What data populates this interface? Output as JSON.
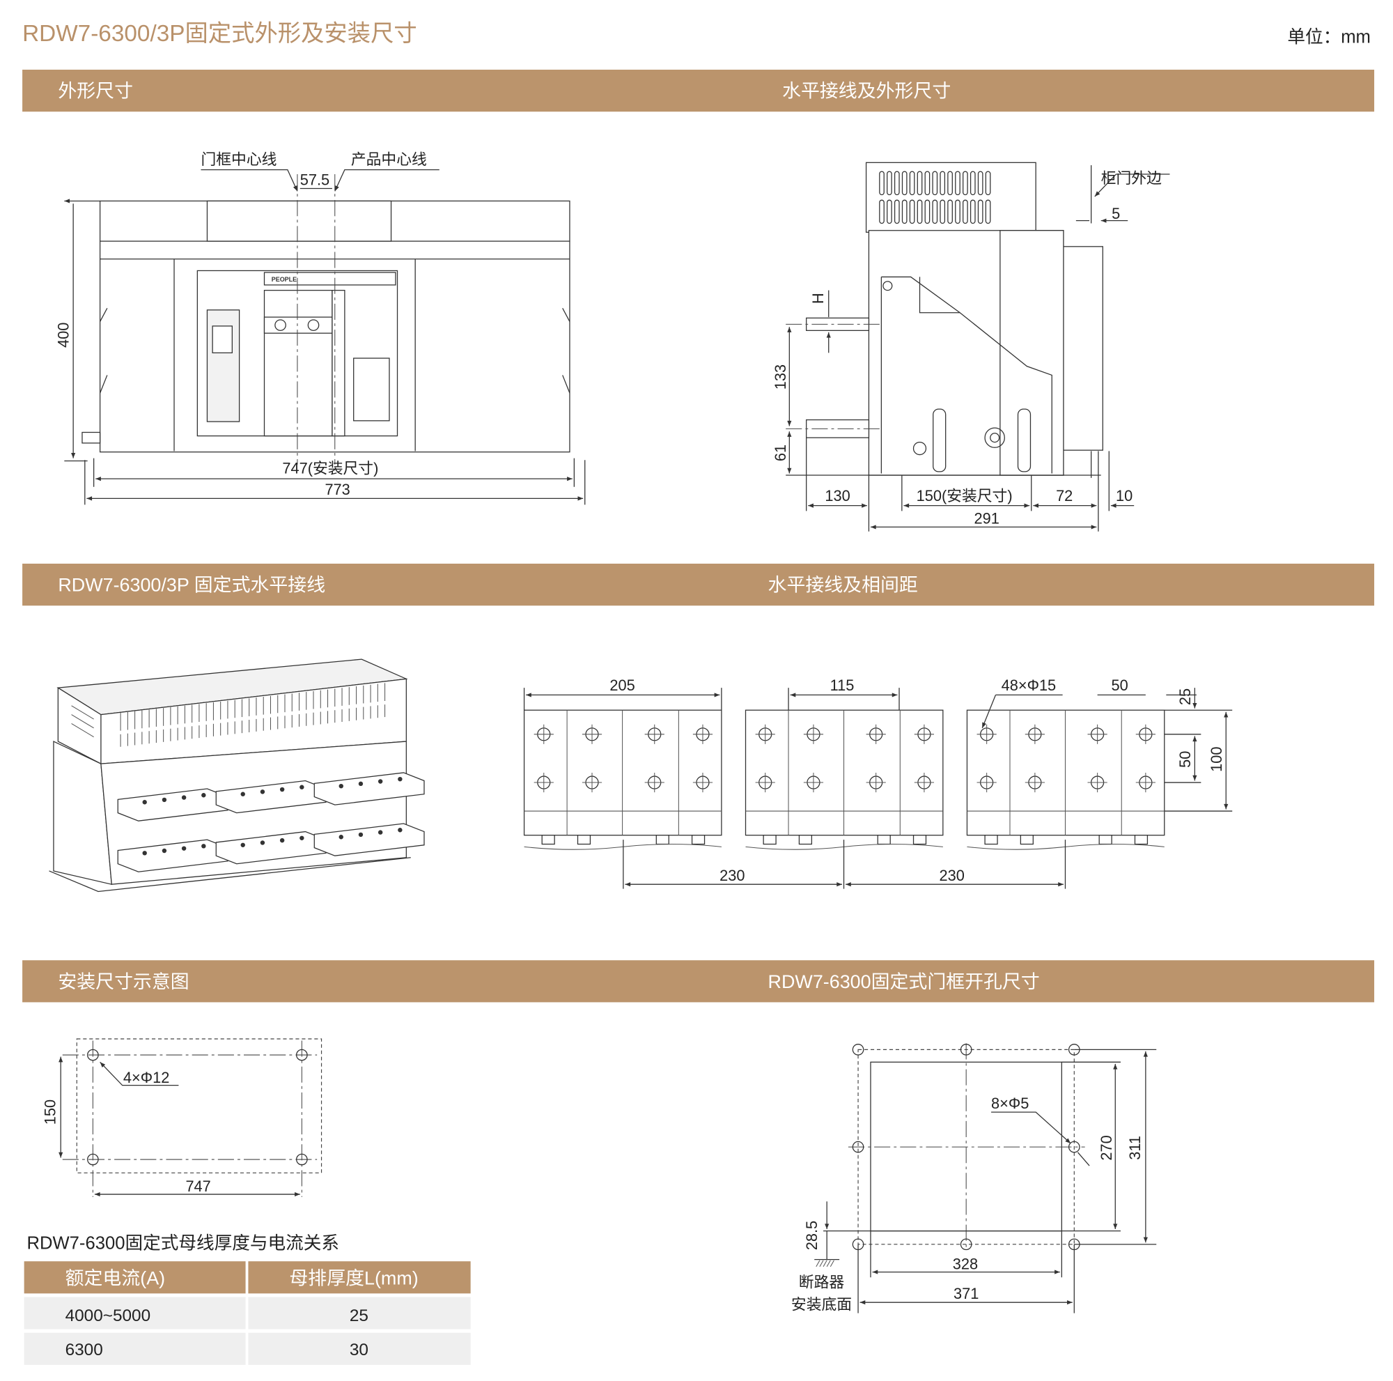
{
  "title": "RDW7-6300/3P固定式外形及安装尺寸",
  "unit": "单位：mm",
  "colors": {
    "brand": "#bb946c",
    "title": "#b9916a",
    "row_bg": "#efefef"
  },
  "sections": {
    "outline": "外形尺寸",
    "horizontal_outline": "水平接线及外形尺寸",
    "fixed_horizontal": "RDW7-6300/3P  固定式水平接线",
    "phase_spacing": "水平接线及相间距",
    "mounting": "安装尺寸示意图",
    "door_cutout": "RDW7-6300固定式门框开孔尺寸"
  },
  "front_view": {
    "door_center": "门框中心线",
    "product_center": "产品中心线",
    "offset": "57.5",
    "height": "400",
    "mount_width": "747(安装尺寸)",
    "total_width": "773",
    "brand_text": "PEOPLE"
  },
  "side_view": {
    "door_edge": "柜门外边",
    "gap": "5",
    "h": "H",
    "d133": "133",
    "d61": "61",
    "d130": "130",
    "d150": "150(安装尺寸)",
    "d72": "72",
    "d10": "10",
    "d291": "291"
  },
  "busbar": {
    "d205": "205",
    "d115": "115",
    "holes": "48×Φ15",
    "d50a": "50",
    "d25": "25",
    "d50b": "50",
    "d100": "100",
    "d230a": "230",
    "d230b": "230"
  },
  "mounting": {
    "holes": "4×Φ12",
    "height": "150",
    "width": "747"
  },
  "table": {
    "title": "RDW7-6300固定式母线厚度与电流关系",
    "headers": [
      "额定电流(A)",
      "母排厚度L(mm)"
    ],
    "rows": [
      [
        "4000~5000",
        "25"
      ],
      [
        "6300",
        "30"
      ]
    ]
  },
  "door": {
    "holes": "8×Φ5",
    "d270": "270",
    "d311": "311",
    "d28_5": "28.5",
    "d328": "328",
    "d371": "371",
    "base_line1": "断路器",
    "base_line2": "安装底面"
  }
}
